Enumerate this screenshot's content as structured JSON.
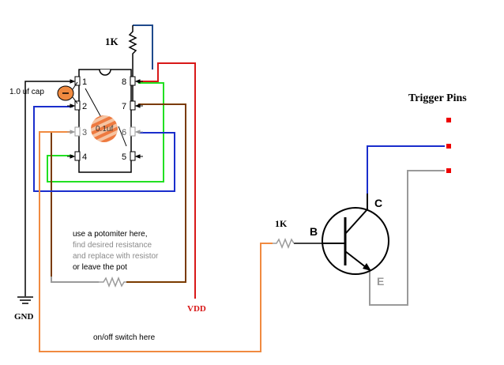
{
  "labels": {
    "resistor_top": "1K",
    "cap_10": "1.0 uf cap",
    "cap_01": "0.1uf",
    "gnd": "GND",
    "vdd": "VDD",
    "pot_note_1": "use a potomiter here,",
    "pot_note_2": "find desired resistance",
    "pot_note_3": "and replace with resistor",
    "pot_note_4": "or leave the pot",
    "switch_note": "on/off switch here",
    "trigger_title": "Trigger Pins",
    "resistor_base": "1K",
    "transistor_b": "B",
    "transistor_c": "C",
    "transistor_e": "E"
  },
  "ic_pins": {
    "p1": "1",
    "p2": "2",
    "p3": "3",
    "p4": "4",
    "p5": "5",
    "p6": "6",
    "p7": "7",
    "p8": "8"
  },
  "colors": {
    "blue": "#1a2ecc",
    "dark_blue": "#1f4a8c",
    "green": "#22e022",
    "brown": "#7a3b00",
    "red": "#d81818",
    "orange": "#f08a40",
    "gray": "#9a9a9a",
    "black": "#000000",
    "trigger_pin": "#ee0000"
  }
}
